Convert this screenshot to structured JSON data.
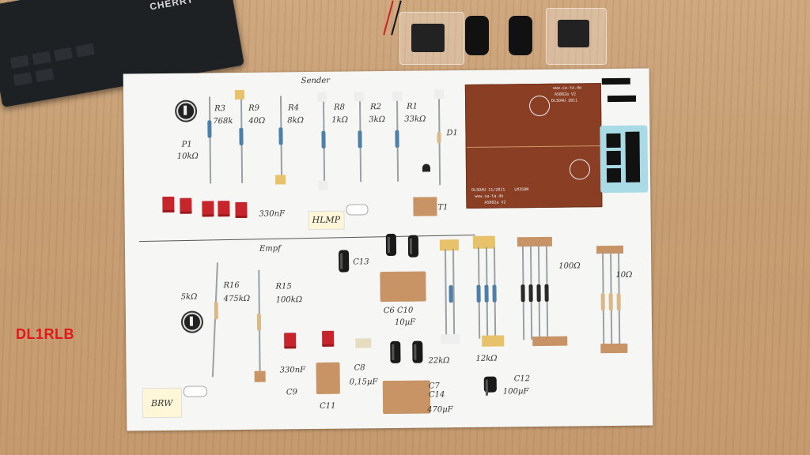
{
  "photo": {
    "keyboard_brand": "CHERRY",
    "overlay_callsign": "DL1RLB",
    "colors": {
      "callsign": "#e3161b",
      "table": "#c9a27a",
      "paper": "#f6f6f4",
      "pcb": "#8a3f25"
    }
  },
  "sheet": {
    "section_sender": "Sender",
    "section_empf": "Empf",
    "sender_labels": {
      "p1": "P1",
      "p1_value": "10kΩ",
      "r3": "R3",
      "r3_value": "768k",
      "r9": "R9",
      "r9_value": "40Ω",
      "r4": "R4",
      "r4_value": "8kΩ",
      "r8": "R8",
      "r8_value": "1kΩ",
      "r2": "R2",
      "r2_value": "3kΩ",
      "r1": "R1",
      "r1_value": "33kΩ",
      "d1": "D1",
      "caps": "330nF",
      "note_led": "HLMP",
      "t1": "T1"
    },
    "empf_labels": {
      "pot": "5kΩ",
      "r16": "R16",
      "r16_value": "475kΩ",
      "r15": "R15",
      "r15_value": "100kΩ",
      "c13": "C13",
      "c6_c10": "C6  C10",
      "c6_c10_value": "10µF",
      "c9_value": "330nF",
      "c9": "C9",
      "c11": "C11",
      "c8": "C8",
      "c8_value": "0,15µF",
      "r_22k": "22kΩ",
      "c7_c14": "C7\nC14",
      "c7_value": "470µF",
      "c12": "C12",
      "c12_value": "100µF",
      "r_12k": "12kΩ",
      "r_100": "100Ω",
      "r_10": "10Ω",
      "note_brw": "BRW"
    },
    "pcb_text": {
      "top": "AS882a V2",
      "top_sub": "DL5DAU 2011",
      "top_url": "www.sa-ta.de",
      "bottom": "DL5DAU 11/2011",
      "bottom_url": "www.sa-ta.de",
      "bottom_model": "AS882a V2",
      "ic": "LM358N"
    }
  }
}
